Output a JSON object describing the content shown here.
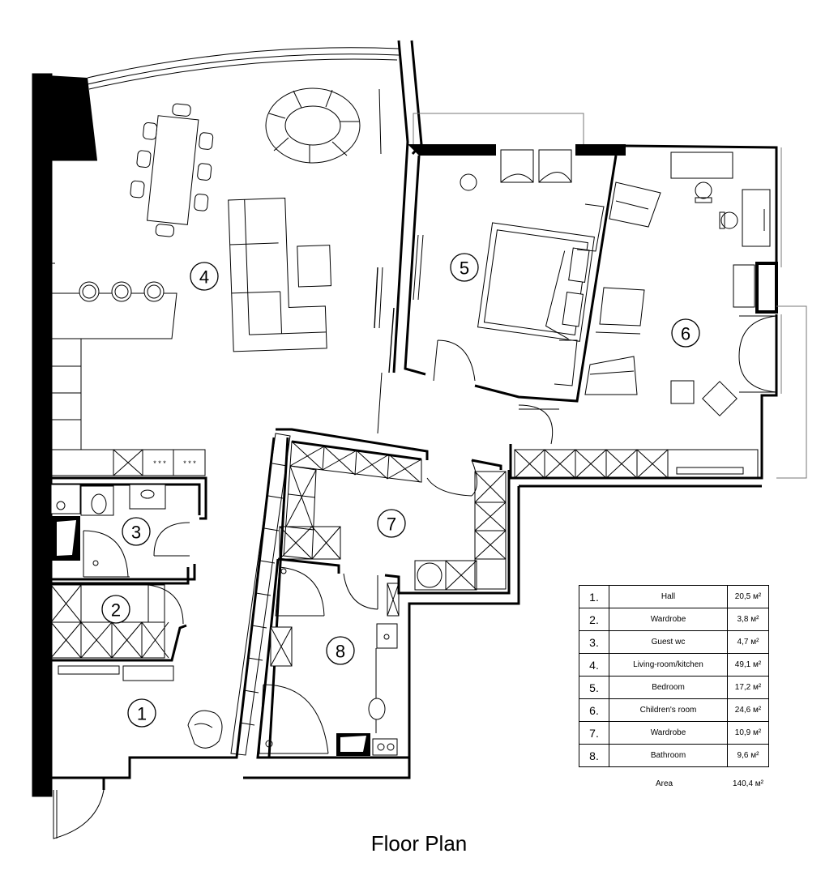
{
  "title": "Floor Plan",
  "room_labels": [
    "1",
    "2",
    "3",
    "4",
    "5",
    "6",
    "7",
    "8"
  ],
  "schedule": {
    "rows": [
      {
        "num": "1.",
        "room": "Hall",
        "area": "20,5 м²"
      },
      {
        "num": "2.",
        "room": "Wardrobe",
        "area": "3,8 м²"
      },
      {
        "num": "3.",
        "room": "Guest wc",
        "area": "4,7 м²"
      },
      {
        "num": "4.",
        "room": "Living-room/kitchen",
        "area": "49,1 м²"
      },
      {
        "num": "5.",
        "room": "Bedroom",
        "area": "17,2 м²"
      },
      {
        "num": "6.",
        "room": "Children's room",
        "area": "24,6 м²"
      },
      {
        "num": "7.",
        "room": "Wardrobe",
        "area": "10,9 м²"
      },
      {
        "num": "8.",
        "room": "Bathroom",
        "area": "9,6 м²"
      }
    ],
    "total_label": "Area",
    "total_value": "140,4 м²"
  }
}
